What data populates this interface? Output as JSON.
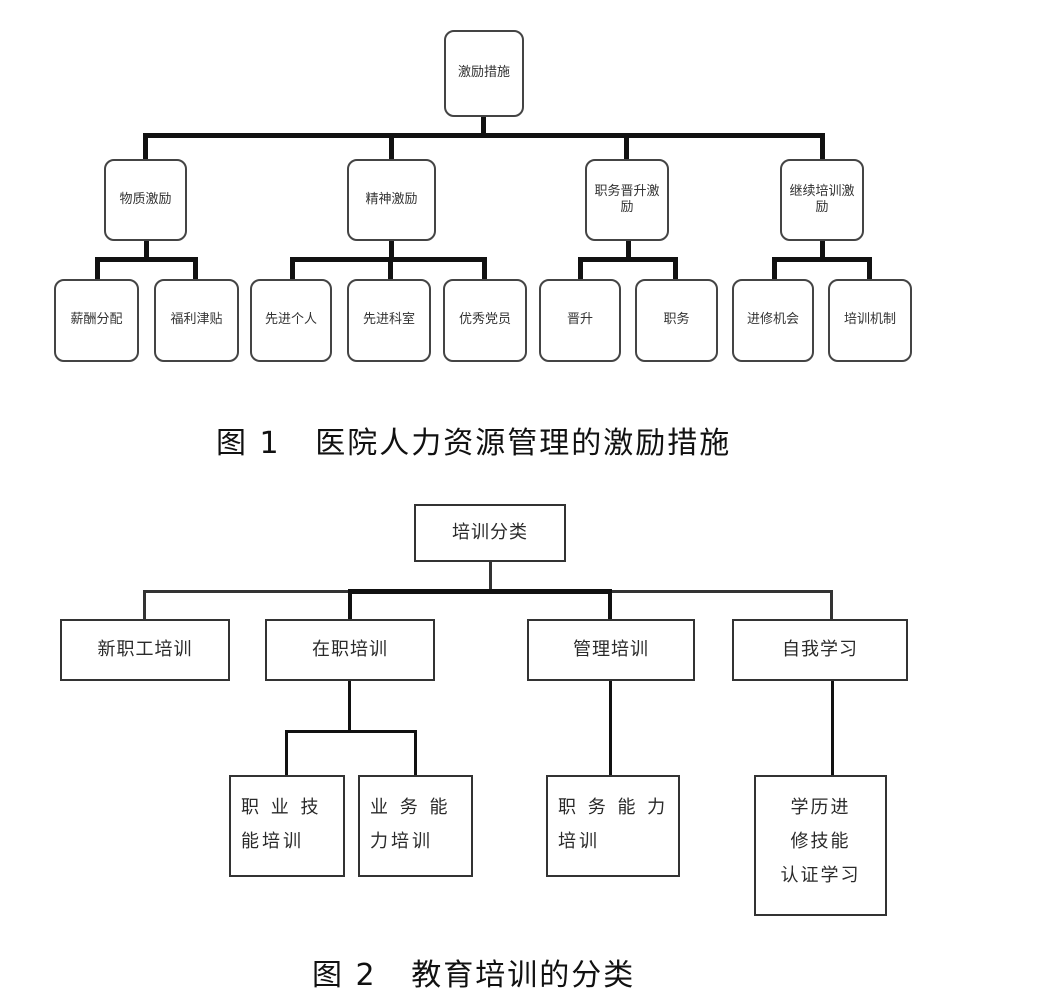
{
  "figure1": {
    "root": "激励措施",
    "level1": [
      "物质激励",
      "精神激励",
      "职务晋升激励",
      "继续培训激励"
    ],
    "level2": {
      "material": [
        "薪酬分配",
        "福利津贴"
      ],
      "spiritual": [
        "先进个人",
        "先进科室",
        "优秀党员"
      ],
      "promotion": [
        "晋升",
        "职务"
      ],
      "training": [
        "进修机会",
        "培训机制"
      ]
    },
    "caption": "图 1   医院人力资源管理的激励措施"
  },
  "figure2": {
    "root": "培训分类",
    "level1": [
      "新职工培训",
      "在职培训",
      "管理培训",
      "自我学习"
    ],
    "level2": {
      "onjob": [
        "职 业 技\n能培训",
        "业 务 能\n力培训"
      ],
      "management": [
        "职 务 能 力\n培训"
      ],
      "self": [
        "学历进\n修技能\n认证学习"
      ]
    },
    "caption": "图 2   教育培训的分类"
  }
}
